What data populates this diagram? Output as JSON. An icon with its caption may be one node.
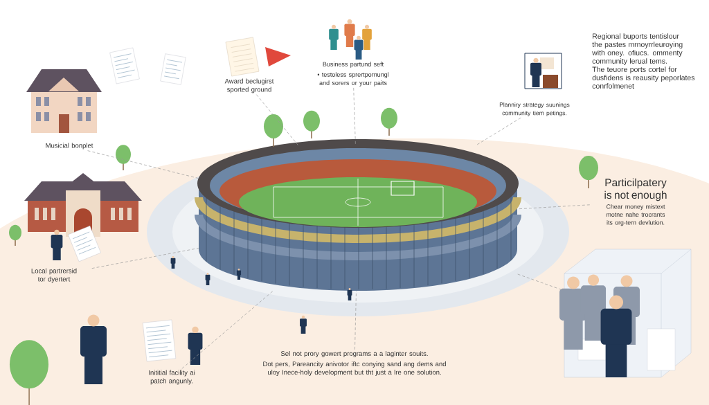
{
  "diagram": {
    "nodes": [
      {
        "text": [],
        "shape": "picture"
      },
      {
        "text": [
          "Musicial bonplet"
        ]
      },
      {
        "text": [
          "Award beclugirst sported ground"
        ]
      },
      {
        "text": [
          "Business partund seft",
          "• testoless sprertpornungl and sorers or your paits"
        ]
      },
      {
        "text": [
          "Planniry strategy suunings community tiem petings."
        ]
      },
      {
        "text": [
          "Particilpatery is not enough",
          "Chear money mistext motne nahe trocrants its org-tern devlution."
        ]
      },
      {
        "text": [
          "Local partrersid tor dyertert"
        ]
      },
      {
        "text": [
          "Inititial facility ai patch angunly."
        ]
      },
      {
        "text": [
          "Sel not prory gowert programs a a laginter souits.",
          "Dot pers, Pareancity anivotor iftc conying sand ang dems and uloy Inece-holy development but tht just a lre one solution."
        ]
      },
      {
        "text": [],
        "shape": "picture"
      }
    ],
    "edges": [
      {
        "from": 1,
        "to": 0,
        "arrow": "none",
        "style": "dashed"
      },
      {
        "from": 2,
        "to": 0,
        "arrow": "none",
        "style": "dashed"
      },
      {
        "from": 3,
        "to": 0,
        "arrow": "none",
        "style": "dashed"
      },
      {
        "from": 4,
        "to": 0,
        "arrow": "none",
        "style": "dashed"
      },
      {
        "from": 5,
        "to": 0,
        "arrow": "none",
        "style": "dashed"
      },
      {
        "from": 6,
        "to": 0,
        "arrow": "none",
        "style": "dashed"
      },
      {
        "from": 7,
        "to": 0,
        "arrow": "none",
        "style": "dashed"
      },
      {
        "from": 8,
        "to": 0,
        "arrow": "none",
        "style": "dashed"
      },
      {
        "from": 9,
        "to": 0,
        "arrow": "none",
        "style": "dashed"
      }
    ],
    "labels": [
      "Regional buports tentislour the pastes mrnoyrrleuroying with oney. ofiucs. ommenty community lerual tems. The teuore ports cortel for dusfidens is reausity peporlates conrfolmenet"
    ]
  }
}
